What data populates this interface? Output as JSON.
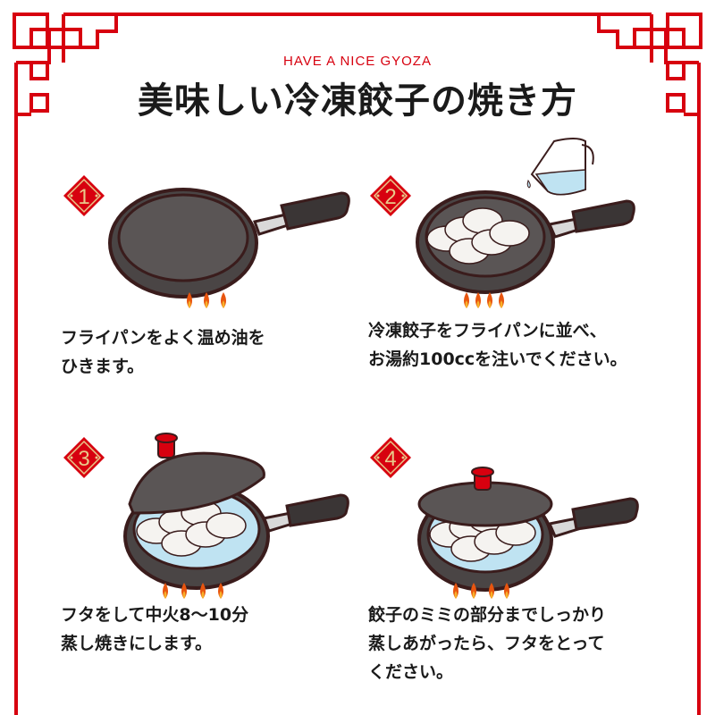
{
  "header": {
    "subtitle": "HAVE A NICE GYOZA",
    "title": "美味しい冷凍餃子の焼き方"
  },
  "colors": {
    "accent_red": "#d7000f",
    "badge_gold": "#e8c98a",
    "pan_dark": "#4a4545",
    "pan_outline": "#3a1c1c",
    "water_blue": "#bfe3f2",
    "flame_orange": "#e8550f",
    "flame_yellow": "#f7b22a"
  },
  "steps": [
    {
      "number": "1",
      "icon": "frying-pan-empty",
      "lines": [
        "フライパンをよく温め油を",
        "ひきます。"
      ]
    },
    {
      "number": "2",
      "icon": "frying-pan-gyoza-water-pitcher",
      "lines": [
        "冷凍餃子をフライパンに並べ、",
        "お湯約100ccを注いでください。"
      ]
    },
    {
      "number": "3",
      "icon": "frying-pan-lid-lifting",
      "lines": [
        "フタをして中火8〜10分",
        "蒸し焼きにします。"
      ]
    },
    {
      "number": "4",
      "icon": "frying-pan-lid-closed",
      "lines": [
        "餃子のミミの部分までしっかり",
        "蒸しあがったら、フタをとって",
        "ください。"
      ]
    }
  ]
}
